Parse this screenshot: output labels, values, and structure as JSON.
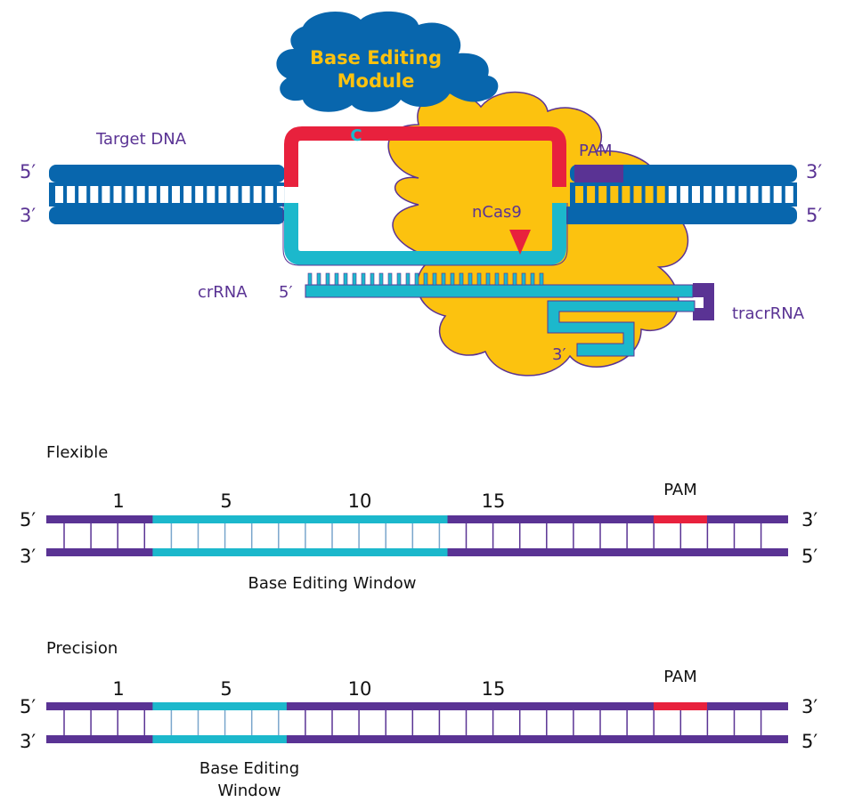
{
  "colors": {
    "dna_blue": "#0866ad",
    "cyan": "#1cb8cc",
    "red": "#e8213d",
    "purple": "#5a3394",
    "gold": "#fcc20f",
    "label_purple": "#4d2e8c"
  },
  "top": {
    "module_label_1": "Base Editing",
    "module_label_2": "Module",
    "target_dna": "Target DNA",
    "c_base": "C",
    "pam": "PAM",
    "ncas9": "nCas9",
    "crrna": "crRNA",
    "tracrrna": "tracrRNA",
    "five_prime": "5′",
    "three_prime": "3′"
  },
  "flexible": {
    "title": "Flexible",
    "positions": [
      "1",
      "5",
      "10",
      "15"
    ],
    "pam": "PAM",
    "window_label": "Base Editing Window",
    "window_start": 5,
    "window_end": 16,
    "five_prime": "5′",
    "three_prime": "3′"
  },
  "precision": {
    "title": "Precision",
    "positions": [
      "1",
      "5",
      "10",
      "15"
    ],
    "pam": "PAM",
    "window_label_1": "Base Editing",
    "window_label_2": "Window",
    "window_start": 5,
    "window_end": 10,
    "five_prime": "5′",
    "three_prime": "3′"
  }
}
